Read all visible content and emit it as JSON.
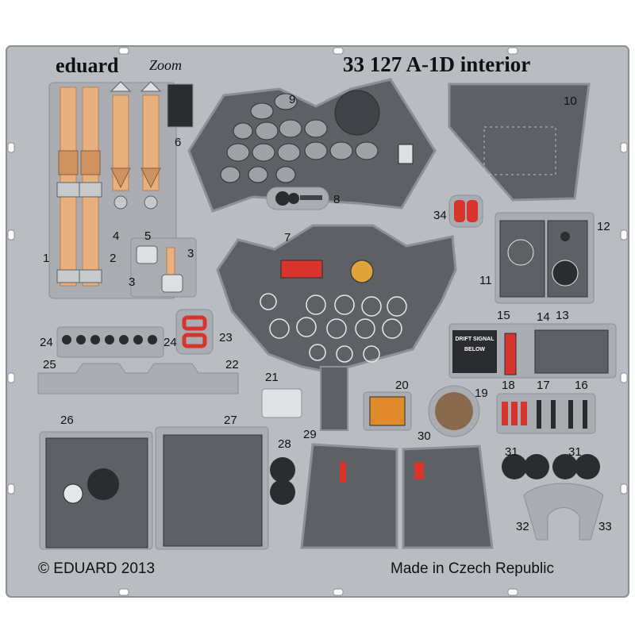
{
  "header": {
    "brand": "eduard",
    "line": "Zoom",
    "set_title": "33 127 A-1D interior"
  },
  "footer": {
    "copyright": "© EDUARD 2013",
    "origin": "Made in Czech Republic"
  },
  "placard": {
    "line1": "DRIFT SIGNAL",
    "line2": "BELOW"
  },
  "part_numbers": [
    "1",
    "2",
    "3",
    "3",
    "4",
    "5",
    "6",
    "7",
    "8",
    "9",
    "10",
    "11",
    "12",
    "13",
    "14",
    "15",
    "16",
    "17",
    "18",
    "19",
    "20",
    "21",
    "22",
    "23",
    "24",
    "24",
    "25",
    "26",
    "27",
    "28",
    "29",
    "30",
    "31",
    "31",
    "32",
    "33",
    "34"
  ],
  "colors": {
    "fret": "#b9bcc1",
    "fret_edge": "#8d9096",
    "panel": "#5d6064",
    "panel_dark": "#3f4246",
    "belt": "#e8b07c",
    "red": "#d8342d",
    "brown": "#8a6a4f",
    "orange": "#e08a2c"
  }
}
